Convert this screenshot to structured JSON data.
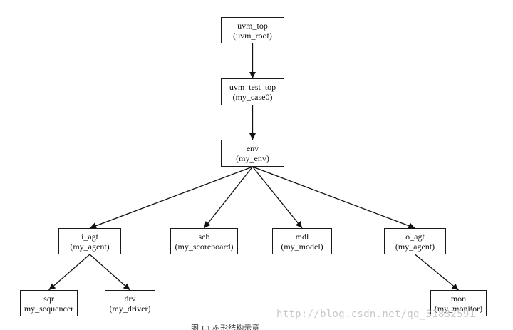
{
  "nodes": {
    "uvm_top": {
      "name": "uvm_top",
      "type": "(uvm_root)"
    },
    "uvm_test_top": {
      "name": "uvm_test_top",
      "type": "(my_case0)"
    },
    "env": {
      "name": "env",
      "type": "(my_env)"
    },
    "i_agt": {
      "name": "i_agt",
      "type": "(my_agent)"
    },
    "scb": {
      "name": "scb",
      "type": "(my_scoreboard)"
    },
    "mdl": {
      "name": "mdl",
      "type": "(my_model)"
    },
    "o_agt": {
      "name": "o_agt",
      "type": "(my_agent)"
    },
    "sqr": {
      "name": "sqr",
      "type": "my_sequencer"
    },
    "drv": {
      "name": "drv",
      "type": "(my_driver)"
    },
    "mon": {
      "name": "mon",
      "type": "(my_monitor)"
    }
  },
  "edges": [
    [
      "uvm_top",
      "uvm_test_top"
    ],
    [
      "uvm_test_top",
      "env"
    ],
    [
      "env",
      "i_agt"
    ],
    [
      "env",
      "scb"
    ],
    [
      "env",
      "mdl"
    ],
    [
      "env",
      "o_agt"
    ],
    [
      "i_agt",
      "sqr"
    ],
    [
      "i_agt",
      "drv"
    ],
    [
      "o_agt",
      "mon"
    ]
  ],
  "watermark": "http://blog.csdn.net/qq_31832591",
  "caption": "图 1.1 树形结构示意"
}
